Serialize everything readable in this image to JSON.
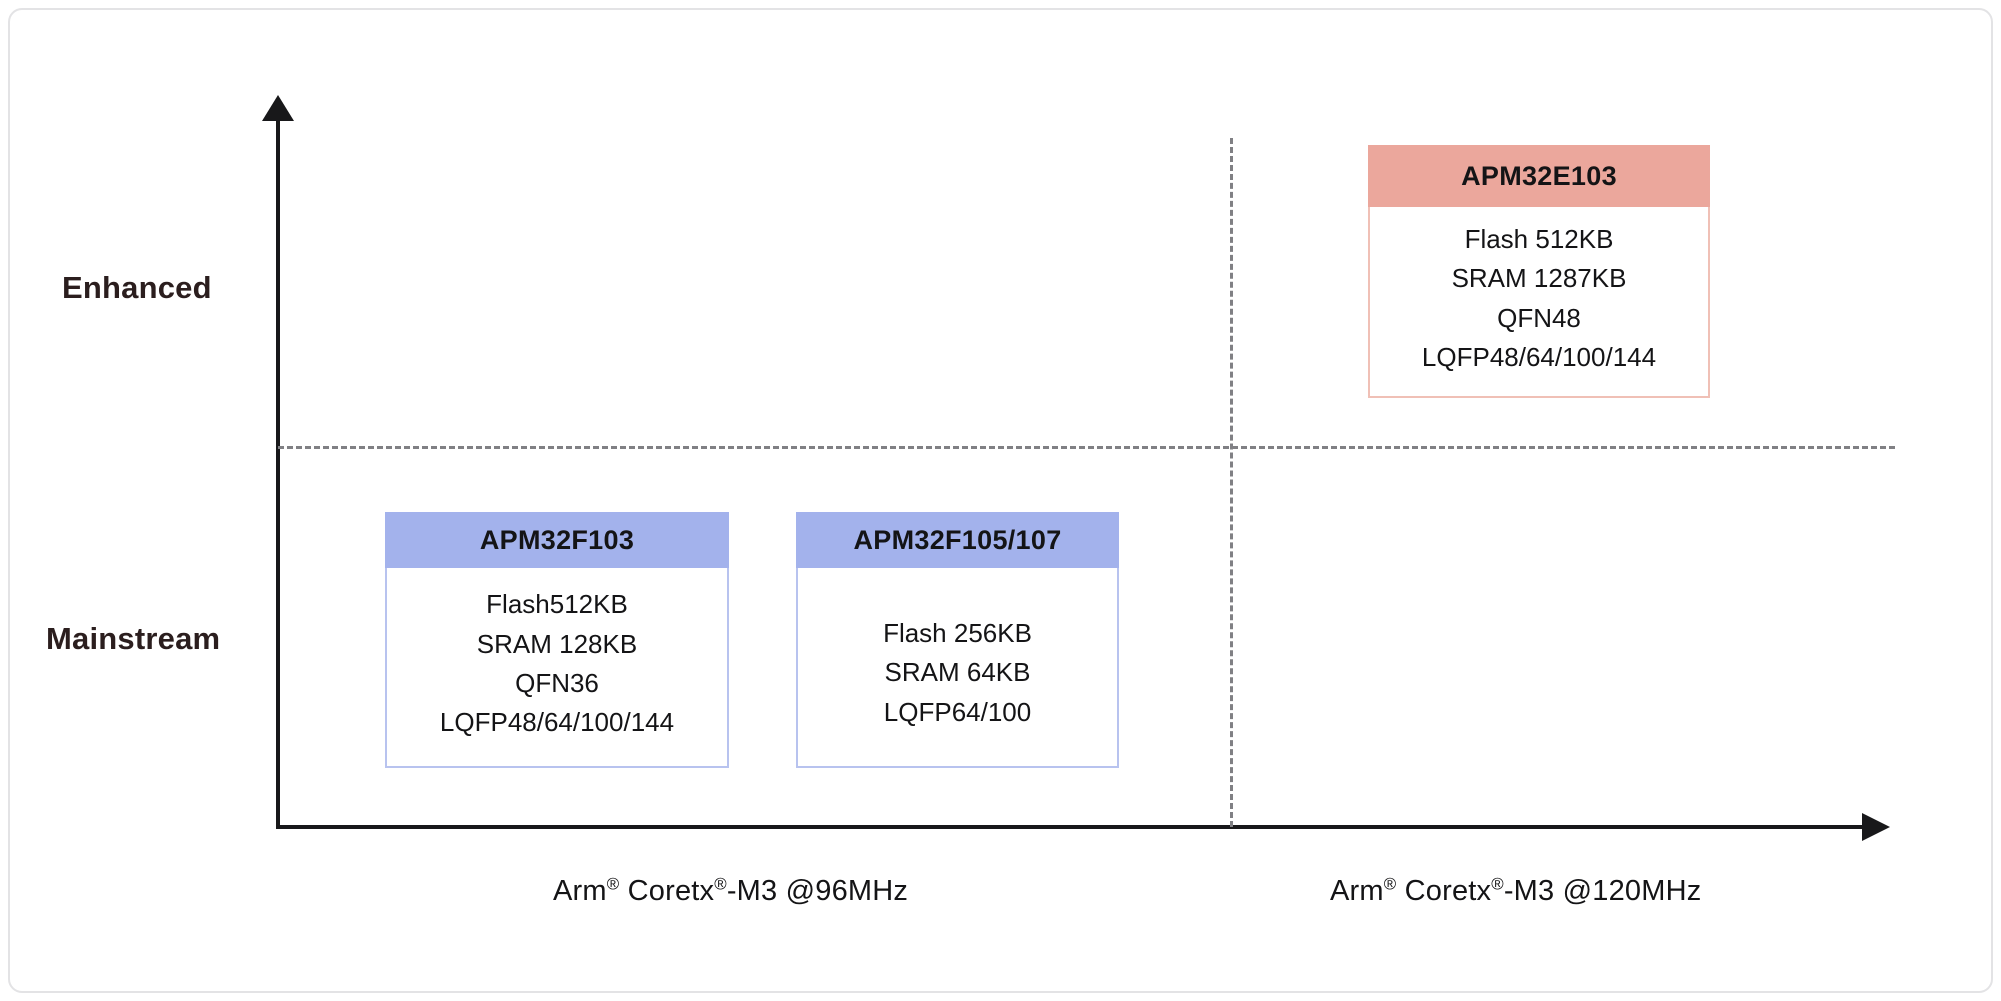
{
  "diagram": {
    "type": "product-positioning-matrix",
    "y_axis": {
      "bands": [
        {
          "id": "enhanced",
          "label": "Enhanced"
        },
        {
          "id": "mainstream",
          "label": "Mainstream"
        }
      ]
    },
    "x_axis": {
      "captions": [
        {
          "id": "left",
          "prefix": "Arm",
          "sup1": "®",
          "mid": " Coretx",
          "sup2": "®",
          "suffix": "-M3  @96MHz"
        },
        {
          "id": "right",
          "prefix": "Arm",
          "sup1": "®",
          "mid": " Coretx",
          "sup2": "®",
          "suffix": "-M3  @120MHz"
        }
      ]
    },
    "colors": {
      "enhanced_header": "#EBA79C",
      "enhanced_border": "#F0C0B6",
      "mainstream_header": "#A3B2EC",
      "mainstream_border": "#B8C3EF",
      "axis": "#18181A",
      "guide_line": "#808084",
      "label_text": "#2B1E1E",
      "page_border": "#E3E3E5"
    }
  },
  "cards": {
    "enhanced": {
      "title": "APM32E103",
      "specs": [
        "Flash 512KB",
        "SRAM 1287KB",
        "QFN48",
        "LQFP48/64/100/144"
      ]
    },
    "mainstream_one": {
      "title": "APM32F103",
      "specs": [
        "Flash512KB",
        "SRAM 128KB",
        "QFN36",
        "LQFP48/64/100/144"
      ]
    },
    "mainstream_two": {
      "title": "APM32F105/107",
      "specs": [
        "Flash 256KB",
        "SRAM 64KB",
        "LQFP64/100"
      ]
    }
  }
}
